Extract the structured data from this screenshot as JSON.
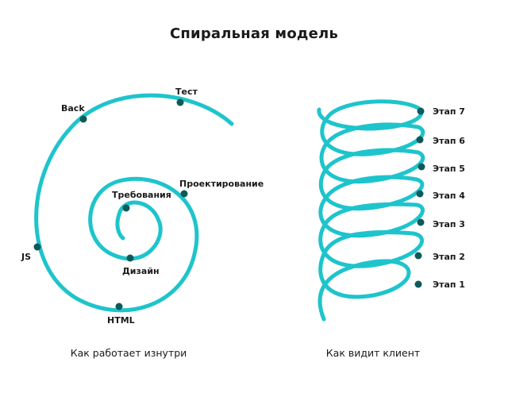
{
  "title": "Спиральная модель",
  "colors": {
    "curve": "#1ec4cc",
    "dot": "#0e5a5a",
    "text": "#1a1a1a"
  },
  "left_diagram": {
    "caption": "Как работает изнутри",
    "points": [
      {
        "id": "test",
        "label": "Тест"
      },
      {
        "id": "back",
        "label": "Back"
      },
      {
        "id": "design-phase",
        "label": "Проектирование"
      },
      {
        "id": "requirements",
        "label": "Требования"
      },
      {
        "id": "js",
        "label": "JS"
      },
      {
        "id": "ui-design",
        "label": "Дизайн"
      },
      {
        "id": "html",
        "label": "HTML"
      }
    ]
  },
  "right_diagram": {
    "caption": "Как видит клиент",
    "stages": [
      "Этап 7",
      "Этап 6",
      "Этап 5",
      "Этап 4",
      "Этап 3",
      "Этап 2",
      "Этап 1"
    ]
  }
}
